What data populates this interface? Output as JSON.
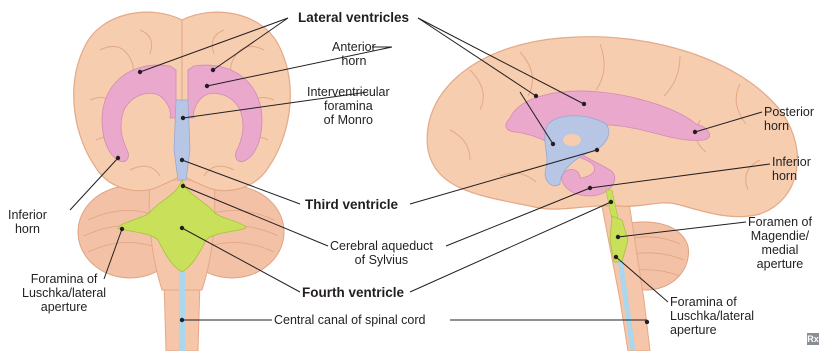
{
  "labels": {
    "lateral_ventricles": "Lateral ventricles",
    "anterior_horn": [
      "Anterior",
      "horn"
    ],
    "interventricular_foramina": [
      "Interventricular",
      "foramina",
      "of Monro"
    ],
    "third_ventricle": "Third ventricle",
    "inferior_horn_left": [
      "Inferior",
      "horn"
    ],
    "cerebral_aqueduct": [
      "Cerebral aqueduct",
      "of Sylvius"
    ],
    "fourth_ventricle": "Fourth ventricle",
    "foramina_luschka_left": [
      "Foramina of",
      "Luschka/lateral",
      "aperture"
    ],
    "central_canal": "Central canal of spinal cord",
    "posterior_horn": [
      "Posterior",
      "horn"
    ],
    "inferior_horn_right": [
      "Inferior",
      "horn"
    ],
    "foramen_magendie": [
      "Foramen of",
      "Magendie/",
      "medial",
      "aperture"
    ],
    "foramina_luschka_right": [
      "Foramina of",
      "Luschka/lateral",
      "aperture"
    ]
  },
  "logo": "Rx",
  "colors": {
    "brain_fill": "#f7cdb0",
    "brain_stroke": "#e4a987",
    "lateral_ventricle": "#e9a8cc",
    "third_ventricle": "#b8c6e6",
    "fourth_ventricle": "#c9e05a",
    "canal": "#a9d7ee",
    "line": "#231f20"
  }
}
